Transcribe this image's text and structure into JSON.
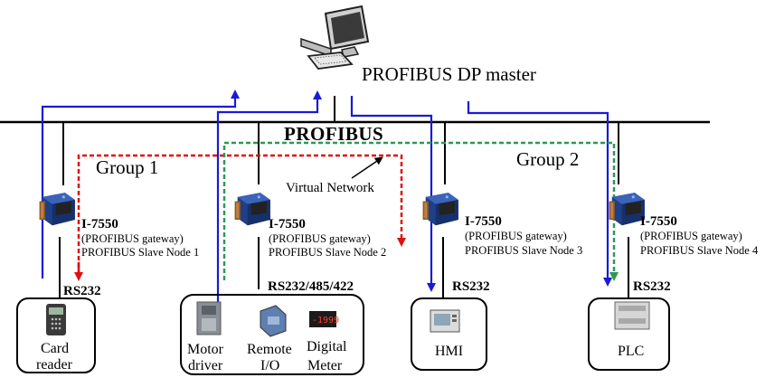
{
  "master": {
    "label": "PROFIBUS DP master",
    "icon": "computer-icon"
  },
  "bus": {
    "label": "PROFIBUS"
  },
  "groups": {
    "group1": "Group 1",
    "group2": "Group 2"
  },
  "virtual_network": {
    "label": "Virtual Network"
  },
  "nodes": [
    {
      "model": "I-7550",
      "role": "(PROFIBUS gateway)",
      "node": "PROFIBUS Slave Node 1",
      "port": "RS232",
      "icon": "i7550-module-icon"
    },
    {
      "model": "I-7550",
      "role": "(PROFIBUS gateway)",
      "node": "PROFIBUS Slave Node 2",
      "port": "RS232/485/422",
      "icon": "i7550-module-icon"
    },
    {
      "model": "I-7550",
      "role": "(PROFIBUS gateway)",
      "node": "PROFIBUS Slave Node 3",
      "port": "RS232",
      "icon": "i7550-module-icon"
    },
    {
      "model": "I-7550",
      "role": "(PROFIBUS gateway)",
      "node": "PROFIBUS Slave Node 4",
      "port": "RS232",
      "icon": "i7550-module-icon"
    }
  ],
  "devices": {
    "card_reader": {
      "line1": "Card",
      "line2": "reader"
    },
    "motor_driver": {
      "line1": "Motor",
      "line2": "driver"
    },
    "remote_io": {
      "line1": "Remote",
      "line2": "I/O"
    },
    "digital_meter": {
      "line1": "Digital",
      "line2": "Meter",
      "display": "-1999"
    },
    "hmi": {
      "label": "HMI"
    },
    "plc": {
      "label": "PLC"
    }
  },
  "colors": {
    "blue_link": "#1a1ad6",
    "red_link": "#e01010",
    "green_link": "#2a9a55",
    "bus": "#000000"
  }
}
